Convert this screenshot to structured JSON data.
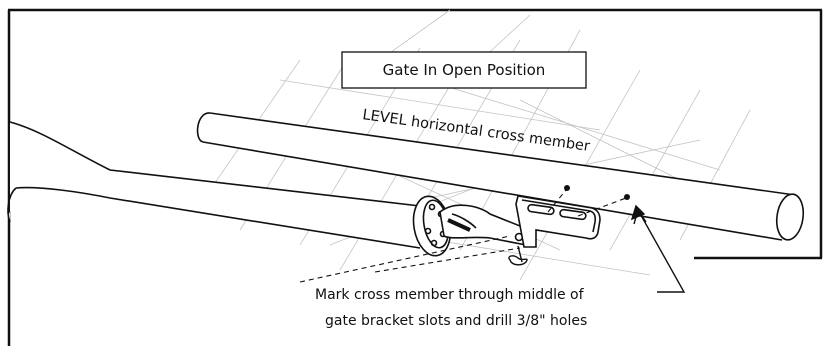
{
  "diagram": {
    "title_box": "Gate In Open Position",
    "cross_member_label": "LEVEL horizontal cross member",
    "instruction_line1": "Mark cross member through middle of",
    "instruction_line2": "gate bracket slots and drill 3/8\" holes"
  },
  "colors": {
    "ink": "#111111",
    "hatch": "#b8b8b8",
    "paper": "#ffffff"
  }
}
